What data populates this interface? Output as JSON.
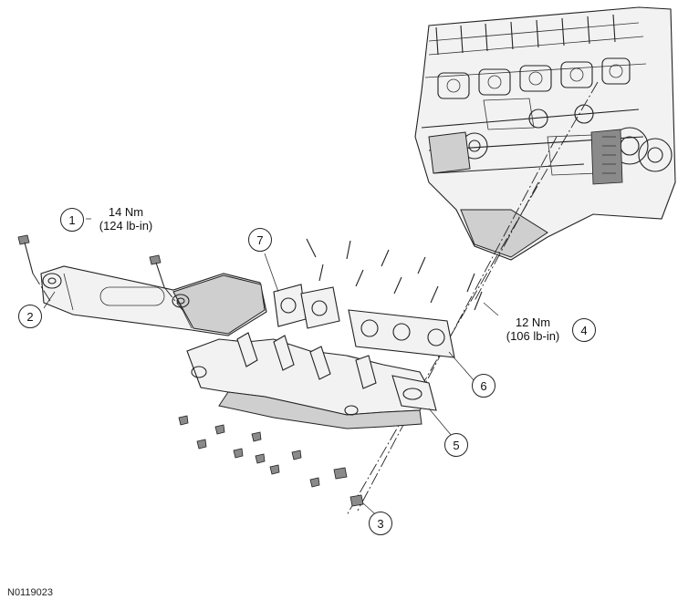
{
  "callouts": [
    {
      "id": "1",
      "label": "1"
    },
    {
      "id": "2",
      "label": "2"
    },
    {
      "id": "3",
      "label": "3"
    },
    {
      "id": "4",
      "label": "4"
    },
    {
      "id": "5",
      "label": "5"
    },
    {
      "id": "6",
      "label": "6"
    },
    {
      "id": "7",
      "label": "7"
    }
  ],
  "torque_1": {
    "metric": "14 Nm",
    "imperial": "(124 lb-in)"
  },
  "torque_4": {
    "metric": "12 Nm",
    "imperial": "(106 lb-in)"
  },
  "figure_id": "N0119023"
}
